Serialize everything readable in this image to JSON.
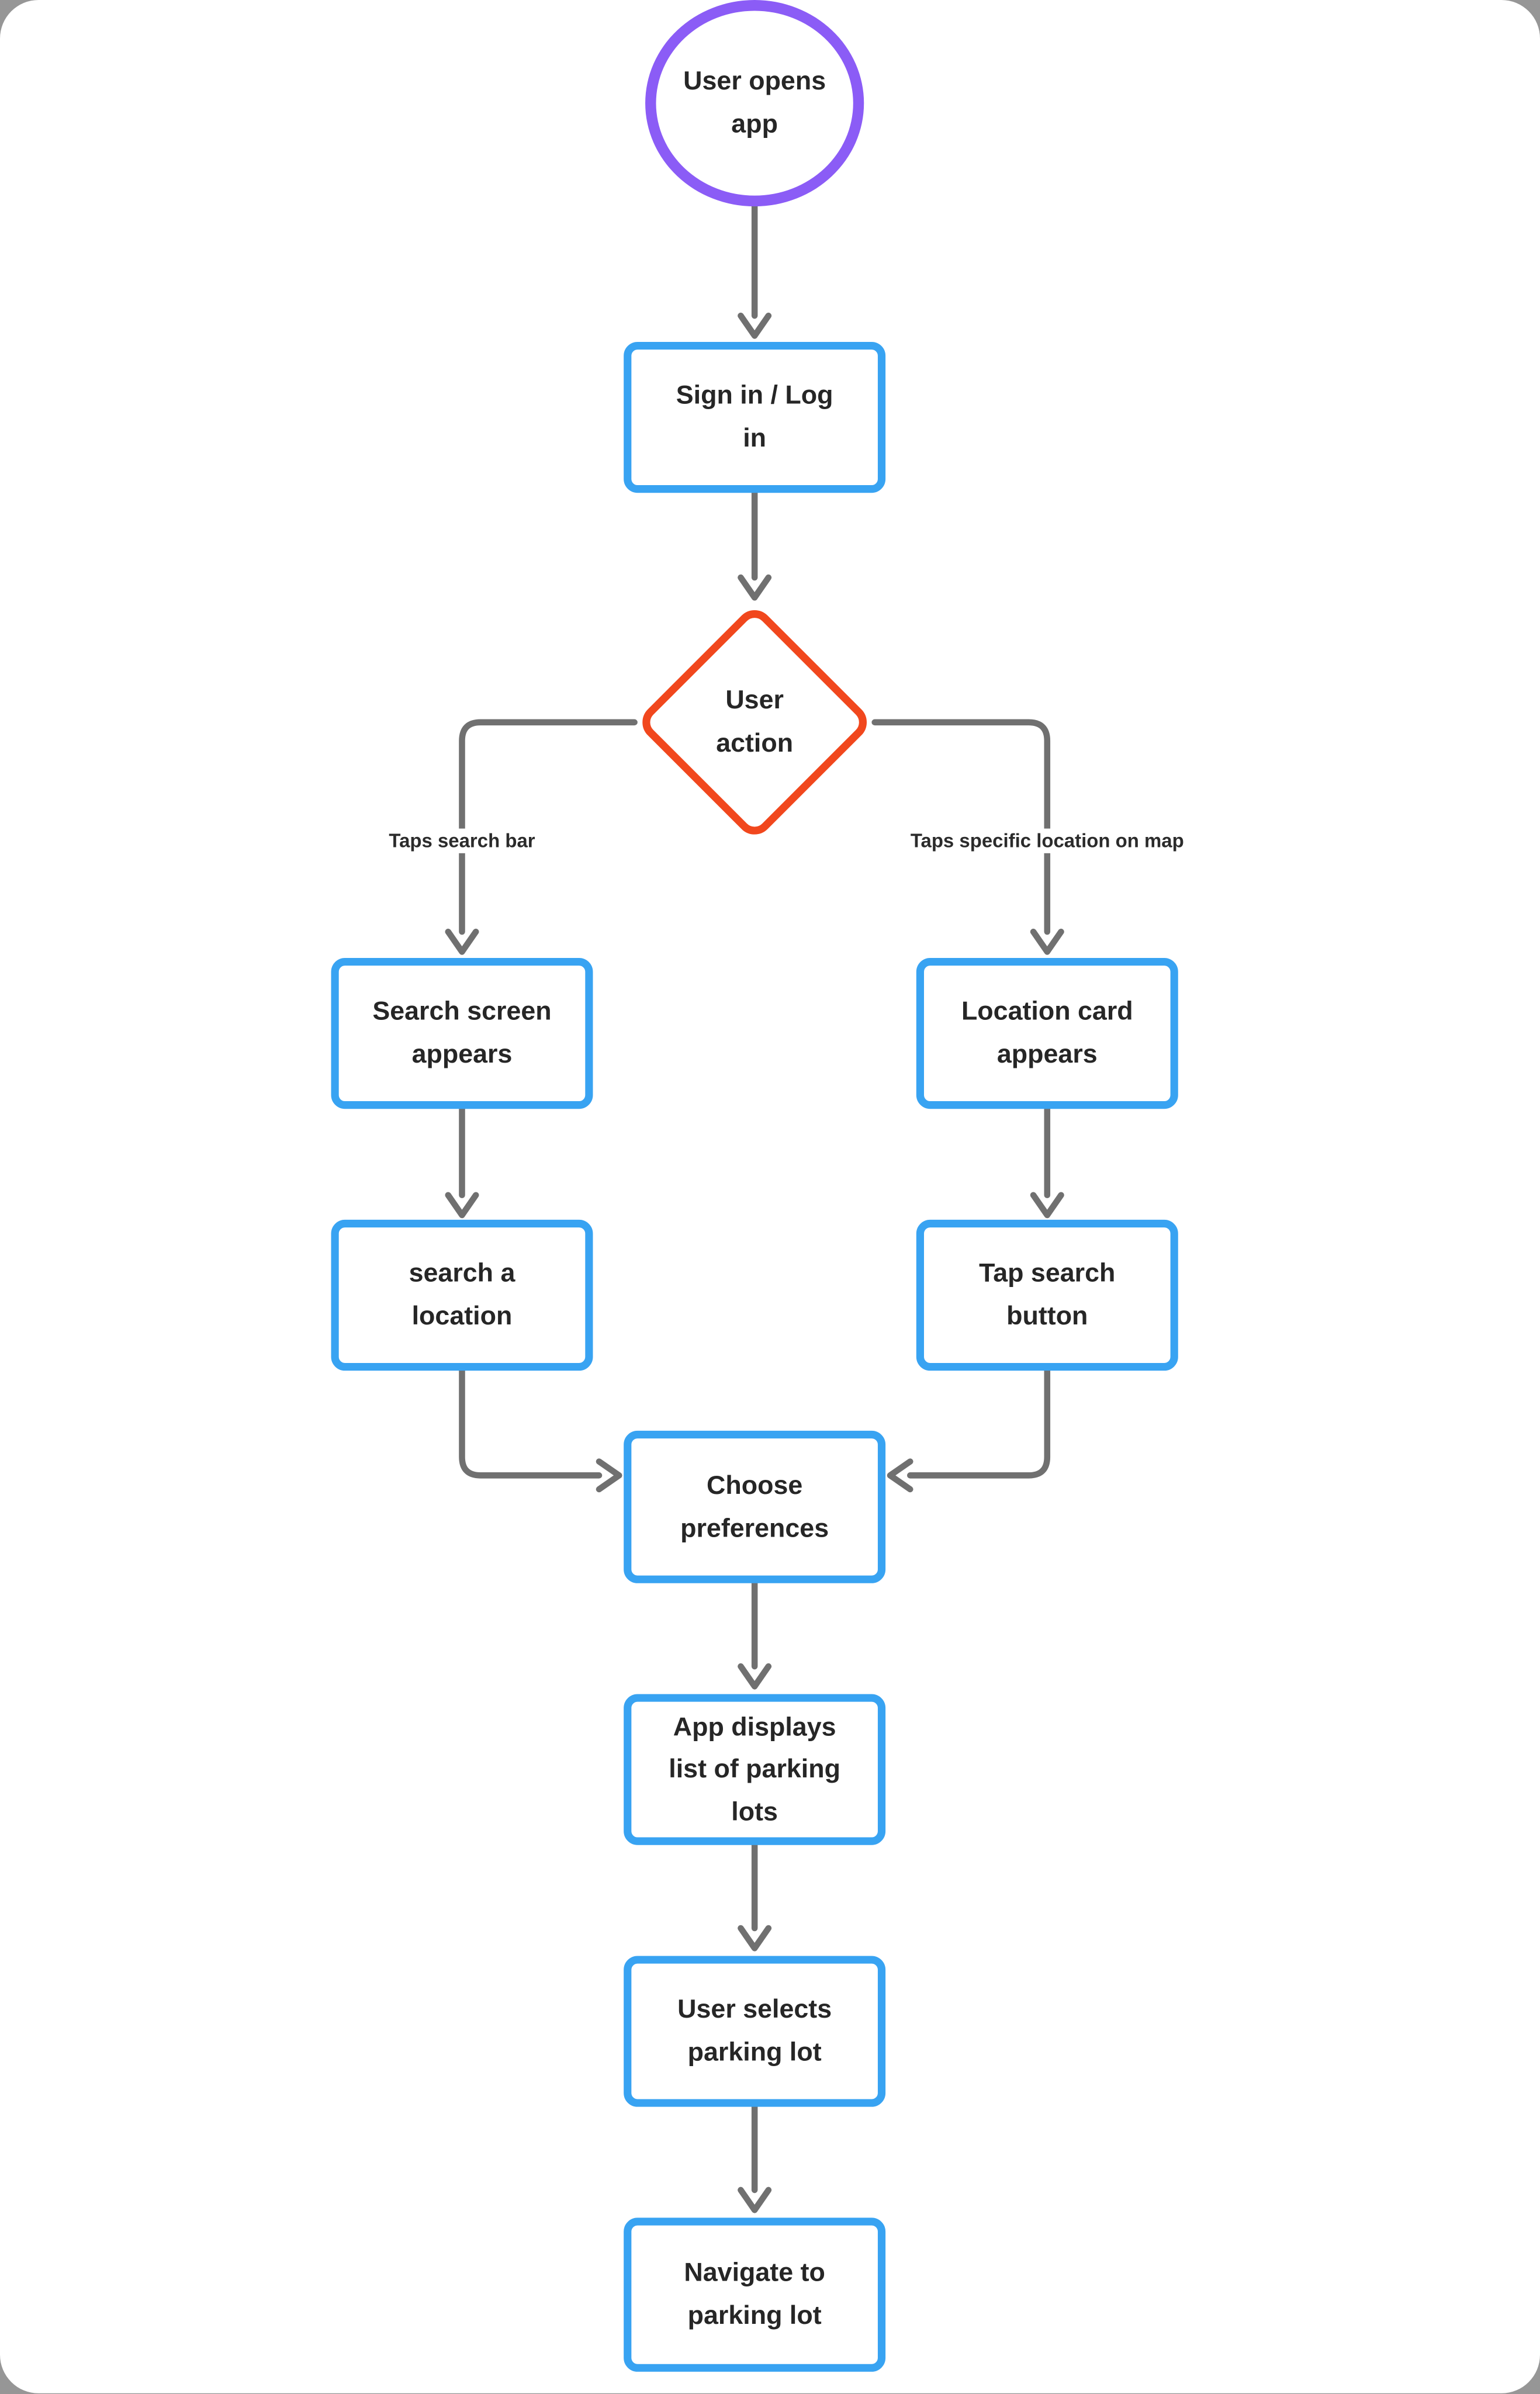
{
  "diagram": {
    "type": "flowchart",
    "nodes": [
      {
        "id": "start",
        "shape": "ellipse",
        "label": "User opens app"
      },
      {
        "id": "sign_in",
        "shape": "process",
        "label": "Sign in / Log in"
      },
      {
        "id": "user_action",
        "shape": "decision",
        "label": "User action"
      },
      {
        "id": "search_screen",
        "shape": "process",
        "label": "Search screen appears"
      },
      {
        "id": "location_card",
        "shape": "process",
        "label": "Location card appears"
      },
      {
        "id": "search_location",
        "shape": "process",
        "label": "search a location"
      },
      {
        "id": "tap_search_button",
        "shape": "process",
        "label": "Tap search button"
      },
      {
        "id": "choose_preferences",
        "shape": "process",
        "label": "Choose preferences"
      },
      {
        "id": "parking_lot_list",
        "shape": "process",
        "label": "App displays list of parking lots"
      },
      {
        "id": "select_parking_lot",
        "shape": "process",
        "label": "User selects parking lot"
      },
      {
        "id": "navigate",
        "shape": "process",
        "label": "Navigate to parking lot"
      }
    ],
    "edges": [
      {
        "from": "start",
        "to": "sign_in",
        "label": ""
      },
      {
        "from": "sign_in",
        "to": "user_action",
        "label": ""
      },
      {
        "from": "user_action",
        "to": "search_screen",
        "label": "Taps search bar"
      },
      {
        "from": "user_action",
        "to": "location_card",
        "label": "Taps specific location on map"
      },
      {
        "from": "search_screen",
        "to": "search_location",
        "label": ""
      },
      {
        "from": "location_card",
        "to": "tap_search_button",
        "label": ""
      },
      {
        "from": "search_location",
        "to": "choose_preferences",
        "label": ""
      },
      {
        "from": "tap_search_button",
        "to": "choose_preferences",
        "label": ""
      },
      {
        "from": "choose_preferences",
        "to": "parking_lot_list",
        "label": ""
      },
      {
        "from": "parking_lot_list",
        "to": "select_parking_lot",
        "label": ""
      },
      {
        "from": "select_parking_lot",
        "to": "navigate",
        "label": ""
      }
    ],
    "colors": {
      "start_border": "#8B5CF6",
      "process_border": "#38A3F2",
      "decision_border": "#F1471D",
      "connector": "#707070",
      "text": "#262626",
      "canvas": "#FFFFFF",
      "backdrop": "#969696"
    }
  }
}
